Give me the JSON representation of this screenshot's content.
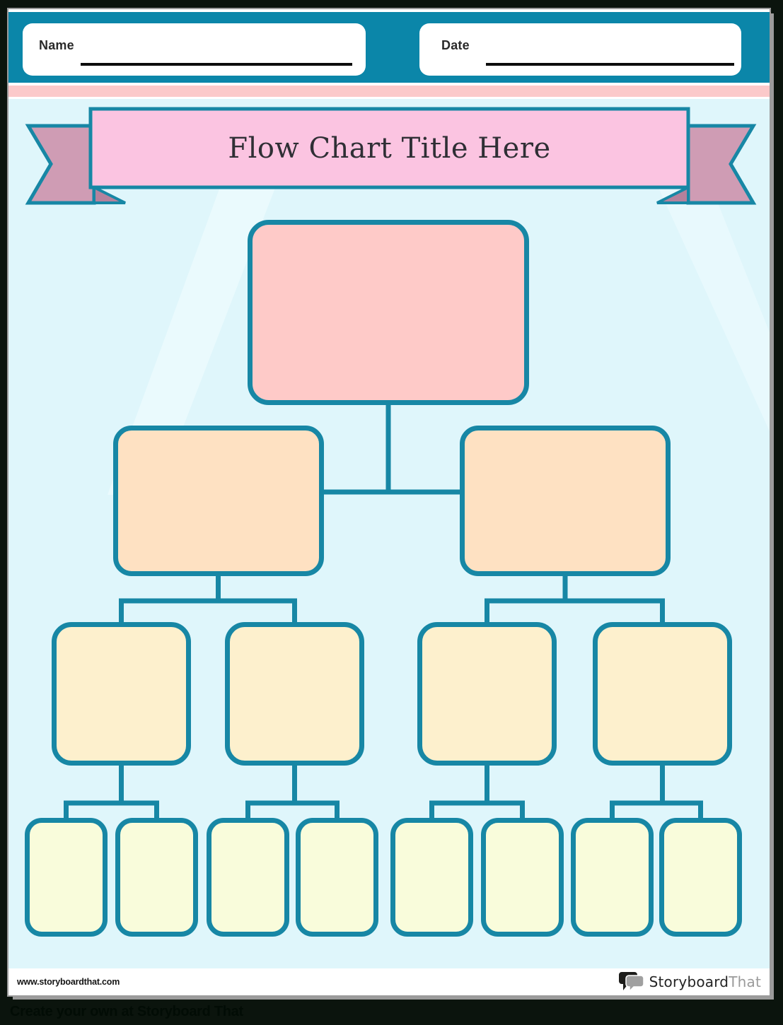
{
  "header": {
    "name_label": "Name",
    "date_label": "Date"
  },
  "banner": {
    "title": "Flow Chart Title Here"
  },
  "flowchart": {
    "levels": [
      {
        "level": 1,
        "count": 1,
        "fill": "#fecac8"
      },
      {
        "level": 2,
        "count": 2,
        "fill": "#fee1c2"
      },
      {
        "level": 3,
        "count": 4,
        "fill": "#fdf0cd"
      },
      {
        "level": 4,
        "count": 8,
        "fill": "#f9fcdb"
      }
    ]
  },
  "footer": {
    "website": "www.storyboardthat.com",
    "logo": {
      "storyboard": "Storyboard",
      "that": "That"
    }
  },
  "bottom_bar": {
    "text": "Create your own at Storyboard That"
  },
  "colors": {
    "header_teal": "#0b86a9",
    "outline_teal": "#1787a5",
    "stripe_pink": "#fbc9ca",
    "banner_pink": "#fbc4e1",
    "ribbon_mauve": "#cf9cb4",
    "ribbon_fold": "#b5819c",
    "sheet_cyan": "#dff6fb",
    "swirl_blue": "#cfe4f8",
    "root_fill": "#fecac8",
    "level2_fill": "#fee1c2",
    "level3_fill": "#fdf0cd",
    "level4_fill": "#f9fcdb"
  }
}
